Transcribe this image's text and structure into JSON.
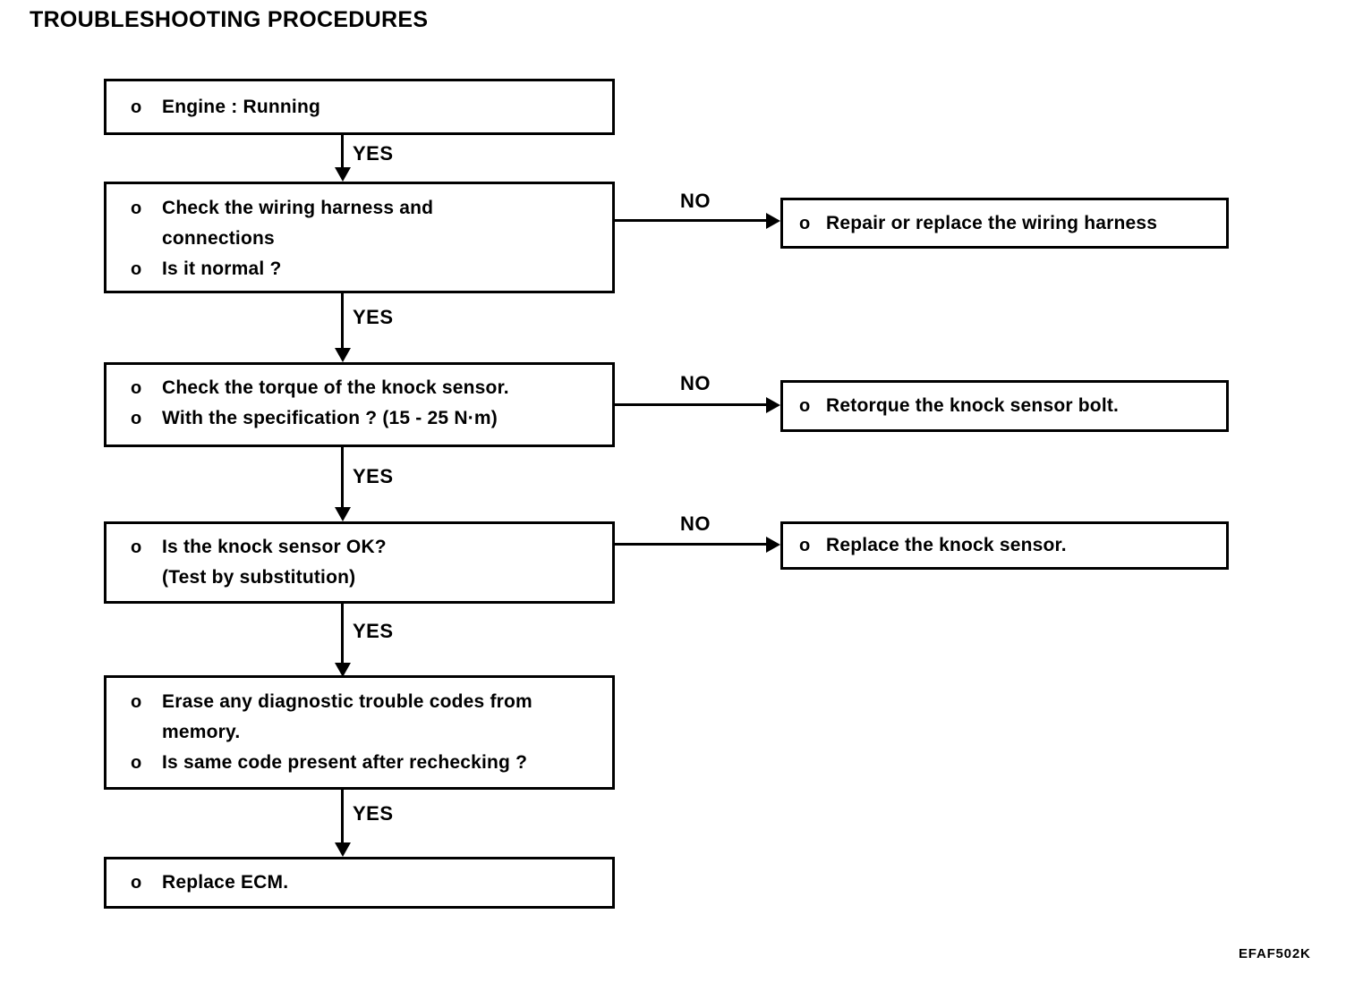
{
  "title": "TROUBLESHOOTING PROCEDURES",
  "figure_code": "EFAF502K",
  "ink_color": "#000000",
  "labels": {
    "yes": "YES",
    "no": "NO"
  },
  "flowchart": {
    "steps": [
      {
        "lines": [
          {
            "bullet": "o",
            "text": "Engine : Running"
          }
        ]
      },
      {
        "lines": [
          {
            "bullet": "o",
            "text": "Check the wiring harness and"
          },
          {
            "bullet": "",
            "text": "connections"
          },
          {
            "bullet": "o",
            "text": "Is it normal ?"
          }
        ]
      },
      {
        "lines": [
          {
            "bullet": "o",
            "text": "Check the torque of the knock sensor."
          },
          {
            "bullet": "o",
            "text": "With the specification ? (15 - 25 N·m)"
          }
        ]
      },
      {
        "lines": [
          {
            "bullet": "o",
            "text": "Is the knock sensor OK?"
          },
          {
            "bullet": "",
            "text": "(Test by substitution)"
          }
        ]
      },
      {
        "lines": [
          {
            "bullet": "o",
            "text": "Erase any diagnostic trouble codes from"
          },
          {
            "bullet": "",
            "text": "memory."
          },
          {
            "bullet": "o",
            "text": "Is same code present after rechecking ?"
          }
        ]
      },
      {
        "lines": [
          {
            "bullet": "o",
            "text": "Replace ECM."
          }
        ]
      }
    ],
    "actions": [
      {
        "lines": [
          {
            "bullet": "o",
            "text": "Repair or replace the wiring harness"
          }
        ]
      },
      {
        "lines": [
          {
            "bullet": "o",
            "text": "Retorque the knock sensor bolt."
          }
        ]
      },
      {
        "lines": [
          {
            "bullet": "o",
            "text": "Replace the knock sensor."
          }
        ]
      }
    ]
  }
}
